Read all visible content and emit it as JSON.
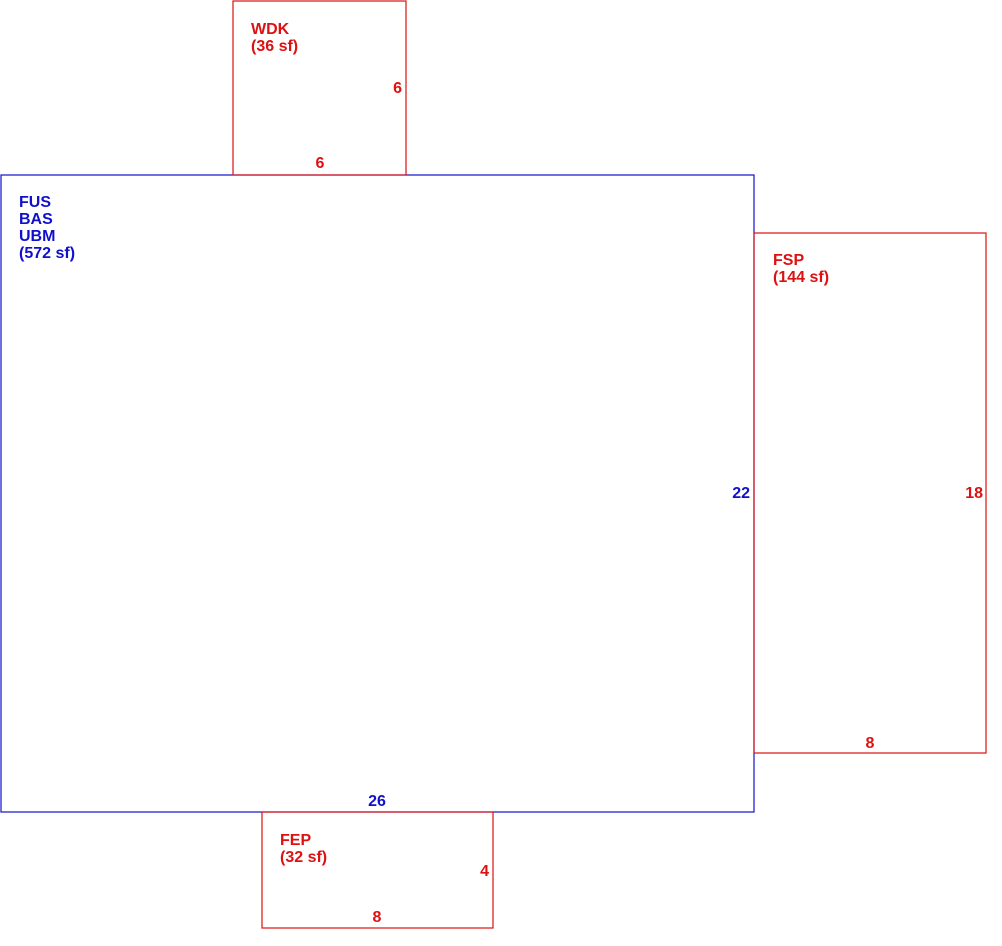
{
  "colors": {
    "main": "#1010cc",
    "addition": "#dd1111",
    "background": "#ffffff"
  },
  "areas": {
    "main": {
      "codes": [
        "FUS",
        "BAS",
        "UBM"
      ],
      "area": "(572 sf)",
      "dim_bottom": "26",
      "dim_right": "22"
    },
    "wdk": {
      "code": "WDK",
      "area": "(36 sf)",
      "dim_right": "6",
      "dim_bottom": "6"
    },
    "fsp": {
      "code": "FSP",
      "area": "(144 sf)",
      "dim_right": "18",
      "dim_bottom": "8"
    },
    "fep": {
      "code": "FEP",
      "area": "(32 sf)",
      "dim_right": "4",
      "dim_bottom": "8"
    }
  }
}
